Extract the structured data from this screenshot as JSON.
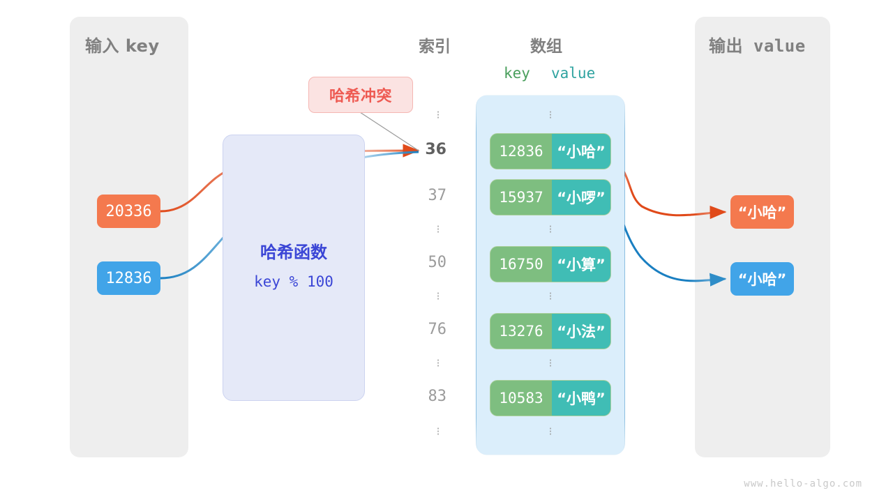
{
  "watermark": "www.hello-algo.com",
  "input": {
    "title": "输入 key",
    "keys": [
      {
        "value": "20336",
        "color": "#f4794e"
      },
      {
        "value": "12836",
        "color": "#41a4e8"
      }
    ]
  },
  "hash_function": {
    "name": "哈希函数",
    "expression": "key % 100",
    "color": "#3b46d6"
  },
  "collision": {
    "label": "哈希冲突",
    "color": "#ee5a52"
  },
  "columns": {
    "index_title": "索引",
    "array_title": "数组",
    "key_header": "key",
    "value_header": "value",
    "key_header_color": "#4a9f5d",
    "value_header_color": "#2fa3a0"
  },
  "array": {
    "rows": [
      {
        "kind": "ellipsis"
      },
      {
        "kind": "entry",
        "index": "36",
        "key": "12836",
        "value": "“小哈”",
        "highlight": true
      },
      {
        "kind": "entry",
        "index": "37",
        "key": "15937",
        "value": "“小啰”",
        "highlight": false
      },
      {
        "kind": "ellipsis"
      },
      {
        "kind": "entry",
        "index": "50",
        "key": "16750",
        "value": "“小算”",
        "highlight": false
      },
      {
        "kind": "ellipsis"
      },
      {
        "kind": "entry",
        "index": "76",
        "key": "13276",
        "value": "“小法”",
        "highlight": false
      },
      {
        "kind": "ellipsis"
      },
      {
        "kind": "entry",
        "index": "83",
        "key": "10583",
        "value": "“小鸭”",
        "highlight": false
      },
      {
        "kind": "ellipsis"
      }
    ],
    "key_cell_color": "#7ebe80",
    "value_cell_color": "#40bdb5",
    "container_color": "#dbeefb",
    "container_border_color": "#1a7fc1"
  },
  "output": {
    "title": "输出 value",
    "values": [
      {
        "value": "“小哈”",
        "color": "#f4794e"
      },
      {
        "value": "“小哈”",
        "color": "#41a4e8"
      }
    ]
  }
}
